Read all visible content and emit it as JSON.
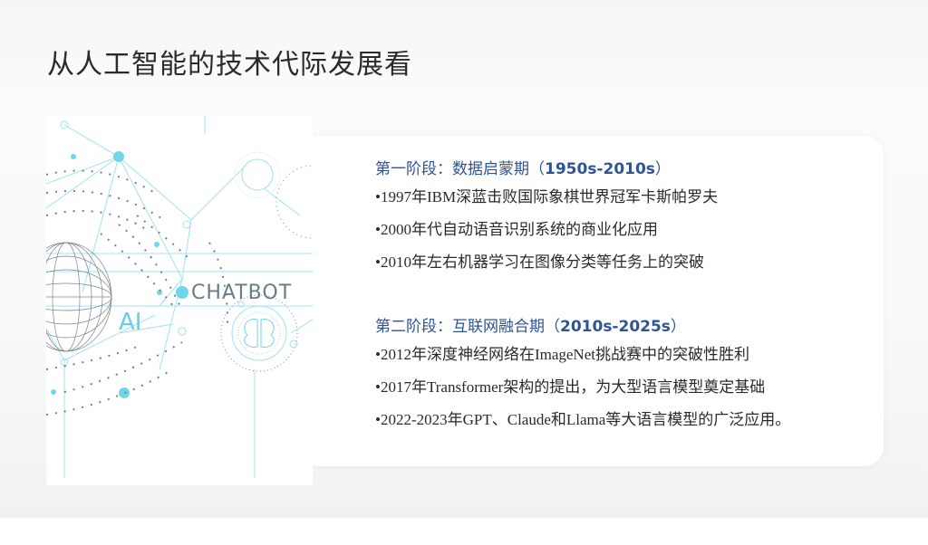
{
  "slide": {
    "title": "从人工智能的技术代际发展看",
    "illustration": {
      "label_chatbot": "CHATBOT",
      "label_ai": "AI",
      "accent_color": "#5fd0e6",
      "text_color": "#6b7b85"
    },
    "phases": [
      {
        "heading": "第一阶段：数据启蒙期（",
        "range": "1950s-2010s",
        "heading_close": "）",
        "bullets": [
          "•1997年IBM深蓝击败国际象棋世界冠军卡斯帕罗夫",
          "•2000年代自动语音识别系统的商业化应用",
          "•2010年左右机器学习在图像分类等任务上的突破"
        ]
      },
      {
        "heading": "第二阶段：互联网融合期（",
        "range": "2010s-2025s",
        "heading_close": "）",
        "bullets": [
          "•2012年深度神经网络在ImageNet挑战赛中的突破性胜利",
          "•2017年Transformer架构的提出，为大型语言模型奠定基础",
          "•2022-2023年GPT、Claude和Llama等大语言模型的广泛应用。"
        ]
      }
    ],
    "colors": {
      "heading": "#2f5496",
      "body_text": "#2a2a2a",
      "title": "#2b2b2b"
    }
  }
}
